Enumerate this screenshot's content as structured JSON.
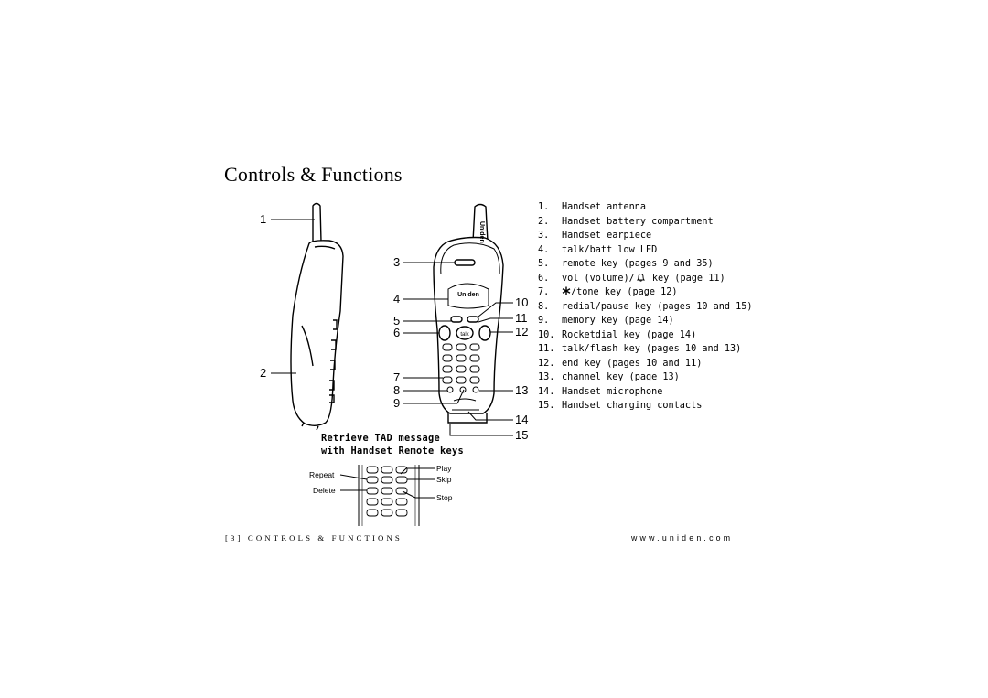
{
  "page": {
    "title": "Controls & Functions"
  },
  "diagram": {
    "callouts": [
      "1",
      "2",
      "3",
      "4",
      "5",
      "6",
      "7",
      "8",
      "9",
      "10",
      "11",
      "12",
      "13",
      "14",
      "15"
    ],
    "brand_logo": "Uniden",
    "talk_key_text": "talk"
  },
  "legend": [
    {
      "num": "1.",
      "text": "Handset antenna"
    },
    {
      "num": "2.",
      "text": "Handset battery compartment"
    },
    {
      "num": "3.",
      "text": "Handset earpiece"
    },
    {
      "num": "4.",
      "text": "talk/batt low LED"
    },
    {
      "num": "5.",
      "text": "remote key (pages 9 and 35)"
    },
    {
      "num": "6.",
      "text": "vol (volume)/",
      "icon": "bell-icon",
      "text_after": " key (page 11)"
    },
    {
      "num": "7.",
      "icon": "star-icon",
      "text": "/tone key (page 12)"
    },
    {
      "num": "8.",
      "text": "redial/pause key (pages 10 and 15)"
    },
    {
      "num": "9.",
      "text": "memory key (page 14)"
    },
    {
      "num": "10.",
      "text": "Rocketdial key (page 14)"
    },
    {
      "num": "11.",
      "text": "talk/flash key (pages 10 and 13)"
    },
    {
      "num": "12.",
      "text": "end key (pages 10 and 11)"
    },
    {
      "num": "13.",
      "text": "channel key (page 13)"
    },
    {
      "num": "14.",
      "text": "Handset microphone"
    },
    {
      "num": "15.",
      "text": "Handset charging contacts"
    }
  ],
  "tad": {
    "caption_line1": "Retrieve TAD message",
    "caption_line2": "with Handset Remote keys",
    "labels": {
      "repeat": "Repeat",
      "delete": "Delete",
      "play": "Play",
      "skip": "Skip",
      "stop": "Stop"
    }
  },
  "footer": {
    "left": "[3] CONTROLS & FUNCTIONS",
    "right": "www.uniden.com"
  }
}
